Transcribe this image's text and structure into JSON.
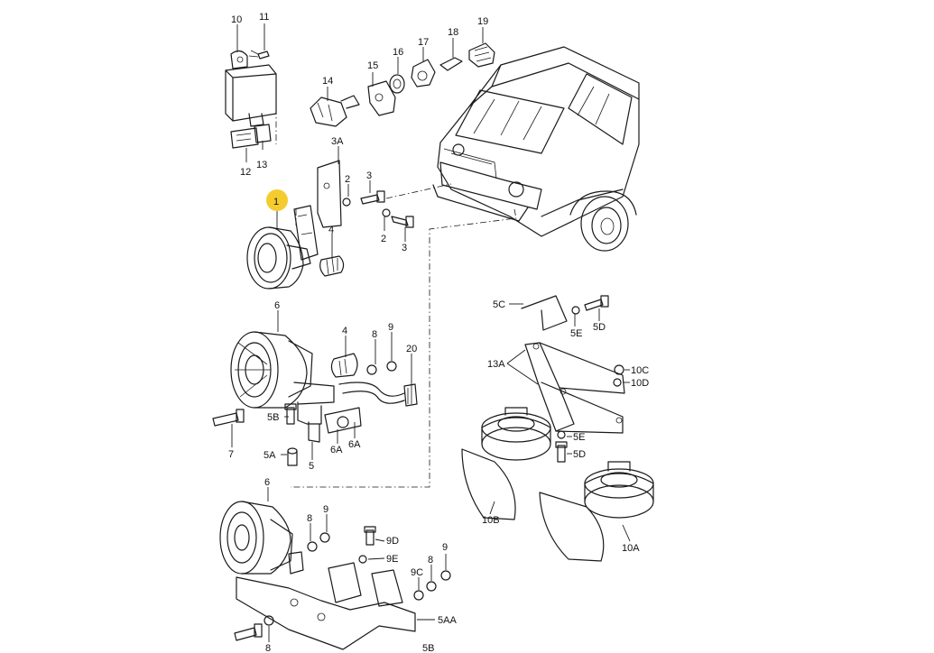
{
  "highlight_color": "#f5cc2e",
  "labels": {
    "l1": "1",
    "l2a": "2",
    "l2b": "2",
    "l3a": "3",
    "l3b": "3",
    "l3A": "3A",
    "l4a": "4",
    "l4b": "4",
    "l5": "5",
    "l5A": "5A",
    "l5B": "5B",
    "l5AA": "5AA",
    "l5B2": "5B",
    "l5C": "5C",
    "l5D1": "5D",
    "l5D2": "5D",
    "l5E1": "5E",
    "l5E2": "5E",
    "l6a": "6",
    "l6b": "6",
    "l6A1": "6A",
    "l6A2": "6A",
    "l7": "7",
    "l8a": "8",
    "l8b": "8",
    "l8c": "8",
    "l8d": "8",
    "l9a": "9",
    "l9b": "9",
    "l9c": "9",
    "l9C": "9C",
    "l9D": "9D",
    "l9E": "9E",
    "l10": "10",
    "l10A": "10A",
    "l10B": "10B",
    "l10C": "10C",
    "l10D": "10D",
    "l11": "11",
    "l12": "12",
    "l13": "13",
    "l13A": "13A",
    "l14": "14",
    "l15": "15",
    "l16": "16",
    "l17": "17",
    "l18": "18",
    "l19": "19",
    "l20": "20"
  }
}
